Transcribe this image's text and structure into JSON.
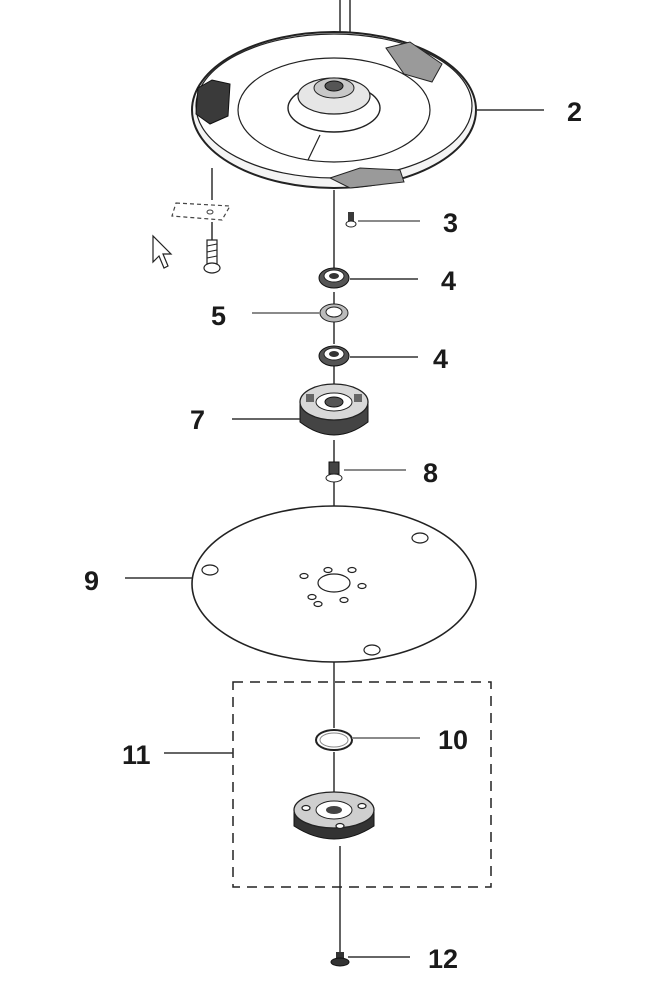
{
  "part_numbers": {
    "p2": "2",
    "p3": "3",
    "p4a": "4",
    "p5": "5",
    "p4b": "4",
    "p7": "7",
    "p8": "8",
    "p9": "9",
    "p10": "10",
    "p11": "11",
    "p12": "12"
  }
}
